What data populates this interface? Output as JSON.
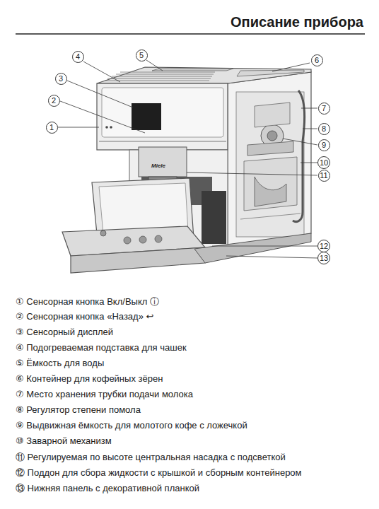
{
  "diagram": {
    "title": "Описание прибора",
    "nodes": [
      {
        "text": [
          "4"
        ]
      },
      {
        "text": [
          "5"
        ]
      },
      {
        "text": [
          "6"
        ]
      },
      {
        "text": [
          "3"
        ]
      },
      {
        "text": [
          "2"
        ]
      },
      {
        "text": [
          "7"
        ]
      },
      {
        "text": [
          "1"
        ]
      },
      {
        "text": [
          "8"
        ]
      },
      {
        "text": [
          "9"
        ]
      },
      {
        "text": [
          "10"
        ]
      },
      {
        "text": [
          "11"
        ]
      },
      {
        "text": [
          "12"
        ]
      },
      {
        "text": [
          "13"
        ]
      }
    ],
    "labels": [
      "Miele",
      "① Сенсорная кнопка Вкл/Выкл ⓘ",
      "② Сенсорная кнопка «Назад» ↩",
      "③ Сенсорный дисплей",
      "④ Подогреваемая подставка для чашек",
      "⑤ Ёмкость для воды",
      "⑥ Контейнер для кофейных зёрен",
      "⑦ Место хранения трубки подачи молока",
      "⑧ Регулятор степени помола",
      "⑨ Выдвижная ёмкость для молотого кофе с ложечкой",
      "⑩ Заварной механизм",
      "⑪ Регулируемая по высоте центральная насадка с подсветкой",
      "⑫ Поддон для сбора жидкости с крышкой и сборным контейнером",
      "⑬ Нижняя панель с декоративной планкой"
    ]
  }
}
